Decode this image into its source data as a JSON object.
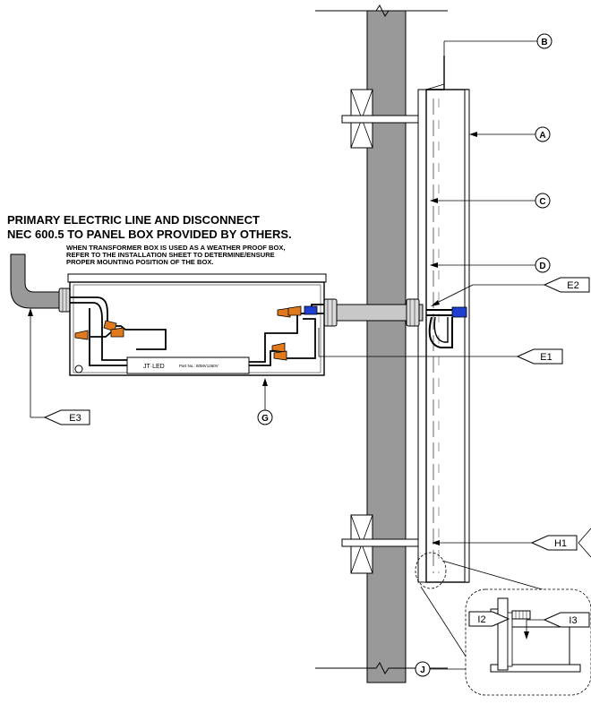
{
  "notes": {
    "line1": "PRIMARY ELECTRIC LINE AND DISCONNECT",
    "line2": "NEC 600.5 TO PANEL BOX PROVIDED BY OTHERS.",
    "sub1": "WHEN TRANSFORMER BOX IS USED AS A WEATHER PROOF BOX,",
    "sub2": "REFER TO THE INSTALLATION SHEET TO DETERMINE/ENSURE",
    "sub3": "PROPER MOUNTING POSITION OF THE BOX."
  },
  "circle_labels": {
    "a": "A",
    "b": "B",
    "c": "C",
    "d": "D",
    "g": "G",
    "j": "J"
  },
  "callouts": {
    "e1": "E1",
    "e2": "E2",
    "e3": "E3",
    "h1": "H1",
    "i2": "I2",
    "i3": "I3"
  },
  "transformer": {
    "brand": "JT·LED",
    "part_no": "Part No.: 80MV1260V"
  },
  "colors": {
    "wall": "#999999",
    "conduit": "#c8c8c8",
    "wire_nut": "#e07a1c",
    "connector_blue": "#1f3fd1",
    "line": "#000000"
  }
}
